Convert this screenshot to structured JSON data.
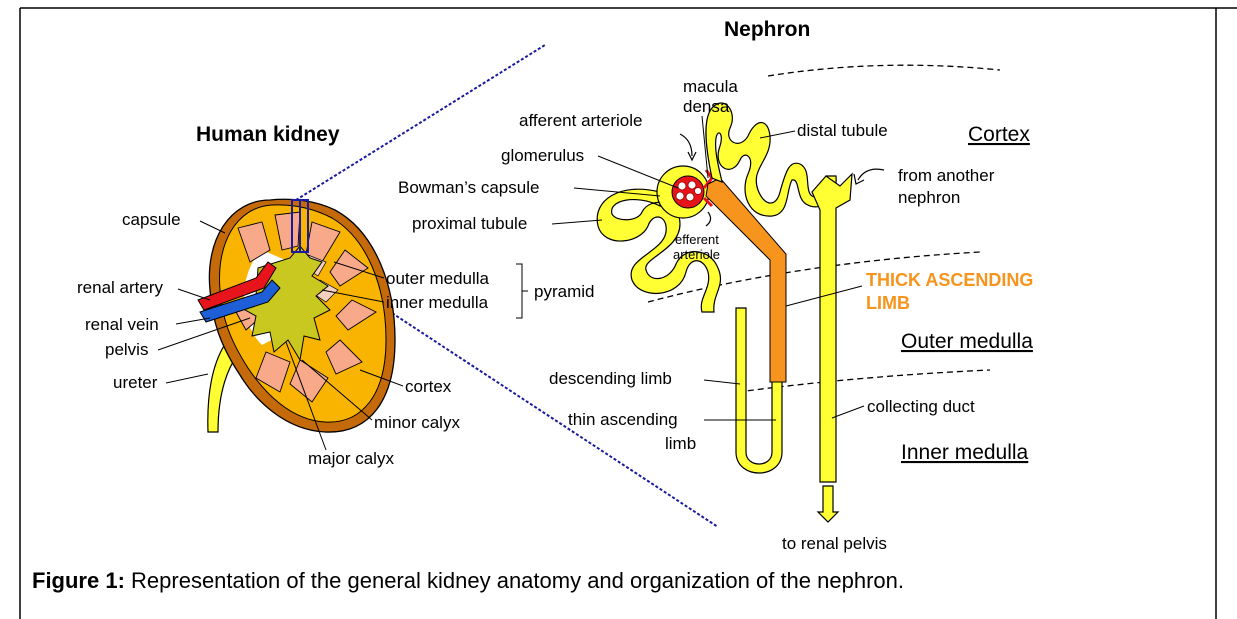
{
  "kidney": {
    "title": "Human kidney",
    "labels": {
      "capsule": "capsule",
      "renal_artery": "renal artery",
      "renal_vein": "renal vein",
      "pelvis": "pelvis",
      "ureter": "ureter",
      "outer_medulla": "outer medulla",
      "inner_medulla": "inner medulla",
      "pyramid": "pyramid",
      "cortex": "cortex",
      "minor_calyx": "minor calyx",
      "major_calyx": "major calyx"
    }
  },
  "nephron": {
    "title": "Nephron",
    "labels": {
      "macula_densa_1": "macula",
      "macula_densa_2": "densa",
      "afferent_arteriole": "afferent arteriole",
      "glomerulus": "glomerulus",
      "bowmans_capsule": "Bowman’s capsule",
      "proximal_tubule": "proximal tubule",
      "efferent_1": "efferent",
      "efferent_2": "arteriole",
      "distal_tubule": "distal tubule",
      "from_another_1": "from another",
      "from_another_2": "nephron",
      "thick_ascending_1": "THICK ASCENDING",
      "thick_ascending_2": "LIMB",
      "descending_limb": "descending limb",
      "thin_ascending_1": "thin ascending",
      "thin_ascending_2": "limb",
      "collecting_duct": "collecting duct",
      "to_renal_pelvis": "to renal pelvis"
    },
    "zones": {
      "cortex": "Cortex",
      "outer_medulla": "Outer medulla",
      "inner_medulla": "Inner medulla"
    }
  },
  "caption": {
    "lead": "Figure 1:",
    "text": " Representation of the general kidney anatomy and organization of the nephron."
  },
  "colors": {
    "tubule_yellow": "#ffff33",
    "thick_limb_orange": "#f7941d",
    "kidney_cortex": "#f8b400",
    "kidney_capsule": "#c46a0a",
    "pyramid_salmon": "#f8a98a",
    "pelvis_olive": "#c8c820",
    "artery_red": "#e8141b",
    "vein_blue": "#1e5fd8",
    "zoom_line_blue": "#1a1aa0"
  }
}
